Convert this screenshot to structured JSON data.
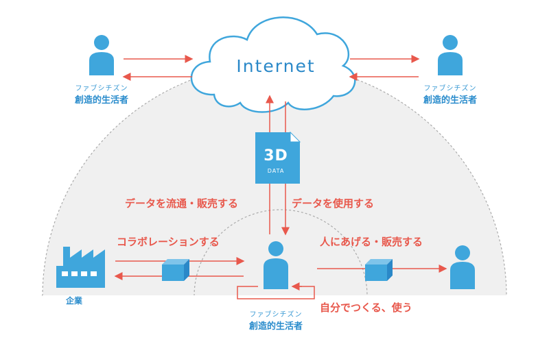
{
  "internet": {
    "label": "Internet"
  },
  "document": {
    "big": "3D",
    "small": "DATA"
  },
  "users": {
    "top_left": {
      "ruby": "ファブシチズン",
      "name": "創造的生活者"
    },
    "top_right": {
      "ruby": "ファブシチズン",
      "name": "創造的生活者"
    },
    "center": {
      "ruby": "ファブシチズン",
      "name": "創造的生活者"
    }
  },
  "company": {
    "label": "企業"
  },
  "actions": {
    "distribute_sell": "データを流通・販売する",
    "use_data": "データを使用する",
    "collaborate": "コラボレーションする",
    "give_sell": "人にあげる・販売する",
    "self_make": "自分でつくる、使う"
  },
  "colors": {
    "blue": "#3fa6dc",
    "dark_blue": "#2a8ccc",
    "red": "#e8584c",
    "gray_area": "#f0f0f0",
    "dashed": "#aaaaaa"
  }
}
